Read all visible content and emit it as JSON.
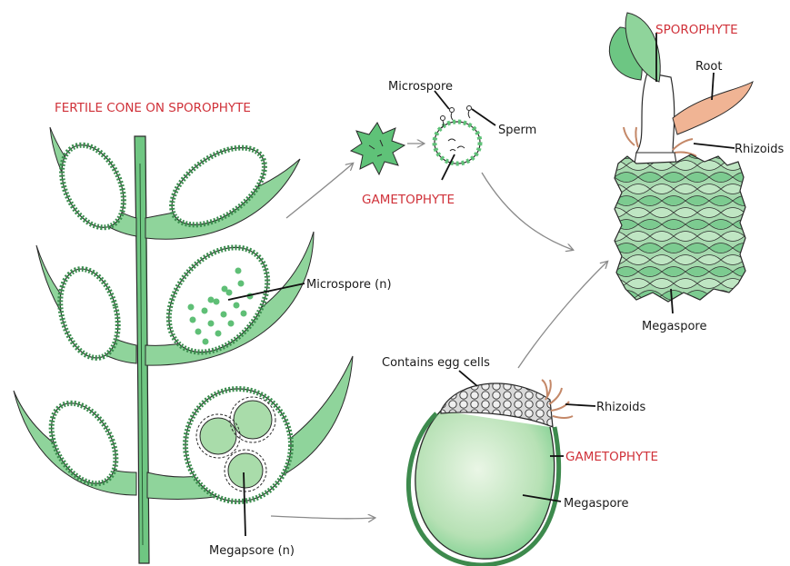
{
  "colors": {
    "green_light": "#b8e0b0",
    "green_mid": "#72c886",
    "green_dark": "#2f6d3e",
    "outline": "#2a2a2a",
    "root": "#f0b494",
    "rhizoid": "#c48868",
    "red_label": "#d0323a",
    "arrow": "#8a8a8a"
  },
  "labels": {
    "fertile_cone": "FERTILE CONE ON SPOROPHYTE",
    "microspore_top": "Microspore",
    "sperm": "Sperm",
    "gametophyte_male": "GAMETOPHYTE",
    "microspore_n": "Microspore (n)",
    "megaspore_n": "Megapsore (n)",
    "contains_egg": "Contains egg cells",
    "rhizoids_lower": "Rhizoids",
    "gametophyte_female": "GAMETOPHYTE",
    "megaspore_lower": "Megaspore",
    "sporophyte": "SPOROPHYTE",
    "root": "Root",
    "rhizoids_upper": "Rhizoids",
    "megaspore_upper": "Megaspore"
  }
}
